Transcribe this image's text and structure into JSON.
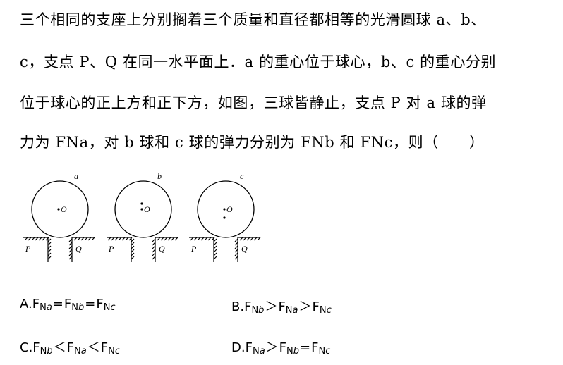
{
  "question": {
    "lines": [
      "三个相同的支座上分别搁着三个质量和直径都相等的光滑圆球 a、b、",
      "c，支点 P、Q 在同一水平面上．a 的重心位于球心，b、c 的重心分别",
      "位于球心的正上方和正下方，如图，三球皆静止，支点 P 对 a 球的弹",
      "力为 FNa，对 b 球和 c 球的弹力分别为 FNb 和 FNc，则（　　）"
    ]
  },
  "figure": {
    "balls": [
      {
        "label": "a",
        "center": "O",
        "cg": "center"
      },
      {
        "label": "b",
        "center": "O",
        "cg": "above"
      },
      {
        "label": "c",
        "center": "O",
        "cg": "below"
      }
    ],
    "support_left": "P",
    "support_right": "Q"
  },
  "options": [
    {
      "letter": "A.",
      "tokens": [
        [
          "F",
          "Na"
        ],
        [
          "="
        ],
        [
          "F",
          "Nb"
        ],
        [
          "="
        ],
        [
          "F",
          "Nc"
        ]
      ]
    },
    {
      "letter": "B.",
      "tokens": [
        [
          "F",
          "Nb"
        ],
        [
          "＞"
        ],
        [
          "F",
          "Na"
        ],
        [
          "＞"
        ],
        [
          "F",
          "Nc"
        ]
      ]
    },
    {
      "letter": "C.",
      "tokens": [
        [
          "F",
          "Nb"
        ],
        [
          "＜"
        ],
        [
          "F",
          "Na"
        ],
        [
          "＜"
        ],
        [
          "F",
          "Nc"
        ]
      ]
    },
    {
      "letter": "D.",
      "tokens": [
        [
          "F",
          "Na"
        ],
        [
          "＞"
        ],
        [
          "F",
          "Nb"
        ],
        [
          "="
        ],
        [
          "F",
          "Nc"
        ]
      ]
    }
  ]
}
